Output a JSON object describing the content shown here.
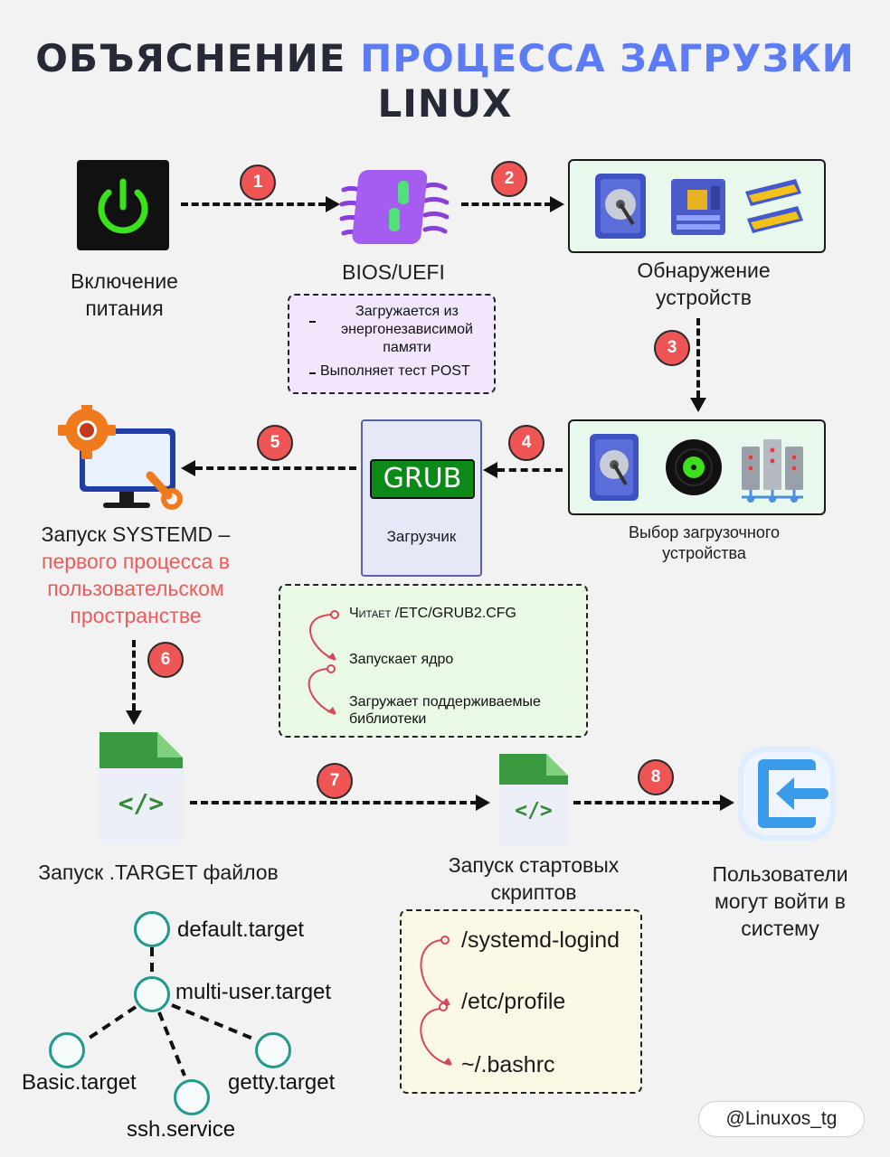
{
  "title": {
    "part1": "ОБЪЯСНЕНИЕ ",
    "part2": "ПРОЦЕССА ЗАГРУЗКИ",
    "part3": "LINUX"
  },
  "steps": {
    "power": "Включение питания",
    "bios": "BIOS/UEFI",
    "detect": "Обнаружение устройств",
    "bootselect": "Выбор загрузочного устройства",
    "grub_badge": "GRUB",
    "grub_caption": "Загрузчик",
    "systemd_line1": "Запуск SYSTEMD –",
    "systemd_line2": "первого процесса в пользовательском пространстве",
    "target_files": "Запуск .TARGET файлов",
    "startup_scripts": "Запуск стартовых скриптов",
    "login": "Пользователи могут войти в систему"
  },
  "badges": [
    "1",
    "2",
    "3",
    "4",
    "5",
    "6",
    "7",
    "8"
  ],
  "bios_notes": [
    "Загружается из энергонезависимой памяти",
    "Выполняет тест POST"
  ],
  "grub_notes": [
    "Читает /ETC/GRUB2.CFG",
    "Запускает ядро",
    "Загружает поддерживаемые библиотеки"
  ],
  "script_notes": [
    "/systemd-logind",
    "/etc/profile",
    "~/.bashrc"
  ],
  "code_icon": "</>",
  "tree": {
    "root": "default.target",
    "mid": "multi-user.target",
    "left": "Basic.target",
    "center": "ssh.service",
    "right": "getty.target"
  },
  "handle": "@Linuxos_tg",
  "colors": {
    "accent_blue": "#5b7cf5",
    "accent_red": "#ef5b5b",
    "badge_red": "#ef5555",
    "power_green": "#39e219"
  }
}
